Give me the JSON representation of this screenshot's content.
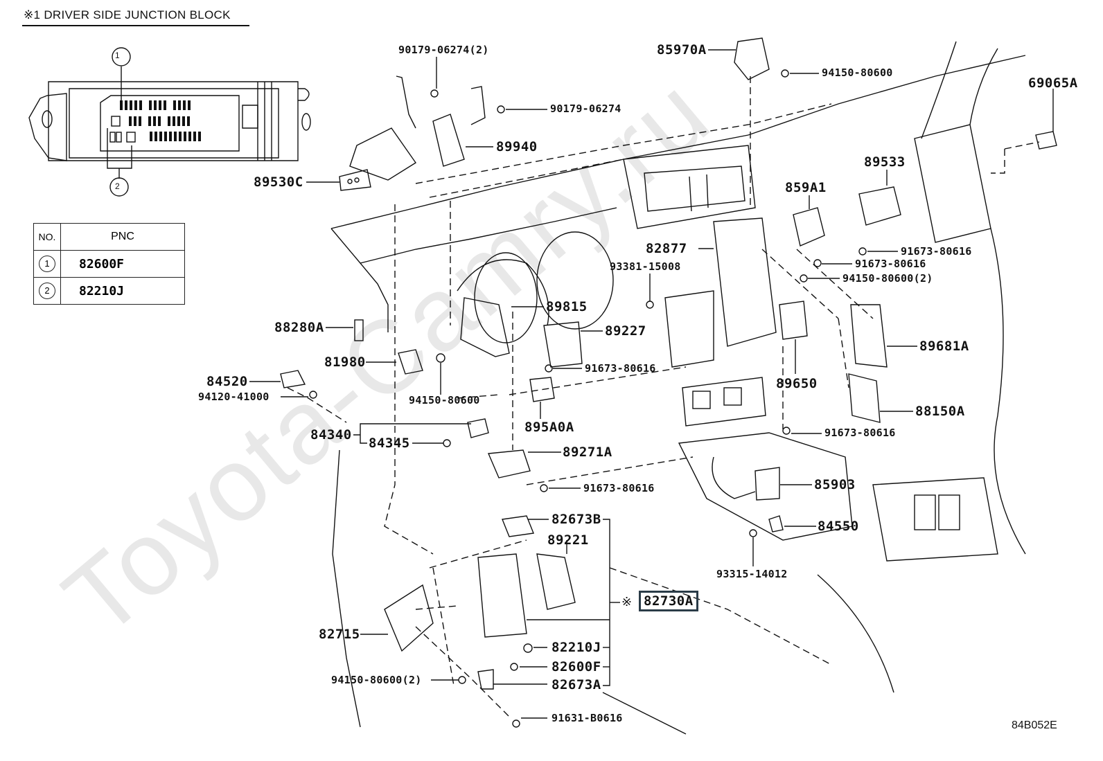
{
  "watermark": "Toyota-Camry.ru",
  "inset": {
    "title": "※1  DRIVER SIDE JUNCTION BLOCK",
    "callout_1": "1",
    "callout_2": "2",
    "table": {
      "headers": [
        "NO.",
        "PNC"
      ],
      "rows": [
        {
          "no": "1",
          "pnc": "82600F"
        },
        {
          "no": "2",
          "pnc": "82210J"
        }
      ]
    }
  },
  "parts": {
    "p90179_06274_2": "90179-06274(2)",
    "p90179_06274": "90179-06274",
    "p89940": "89940",
    "p89530C": "89530C",
    "p85970A": "85970A",
    "p94150_80600_top": "94150-80600",
    "p69065A": "69065A",
    "p89533": "89533",
    "p859A1": "859A1",
    "p91673_80616_a": "91673-80616",
    "p91673_80616_b": "91673-80616",
    "p94150_80600_2_right": "94150-80600(2)",
    "p82877": "82877",
    "p93381_15008": "93381-15008",
    "p89815": "89815",
    "p89227": "89227",
    "p91673_80616_c": "91673-80616",
    "p88280A": "88280A",
    "p81980": "81980",
    "p84520": "84520",
    "p94120_41000": "94120-41000",
    "p94150_80600_mid": "94150-80600",
    "p895A0A": "895A0A",
    "p84340": "84340",
    "p84345": "84345",
    "p89271A": "89271A",
    "p91673_80616_d": "91673-80616",
    "p89681A": "89681A",
    "p89650": "89650",
    "p88150A": "88150A",
    "p91673_80616_e": "91673-80616",
    "p85903": "85903",
    "p84550": "84550",
    "p93315_14012": "93315-14012",
    "p82673B": "82673B",
    "p89221": "89221",
    "p82730A": "82730A",
    "p82730A_mark": "※",
    "p82715": "82715",
    "p82210J": "82210J",
    "p82600F": "82600F",
    "p82673A": "82673A",
    "p94150_80600_2_bottom": "94150-80600(2)",
    "p91631_B0616": "91631-B0616"
  },
  "diagram_code": "84B052E",
  "colors": {
    "line": "#111111",
    "highlight_box": "#2b3c48",
    "watermark": "#e8e8e8"
  }
}
